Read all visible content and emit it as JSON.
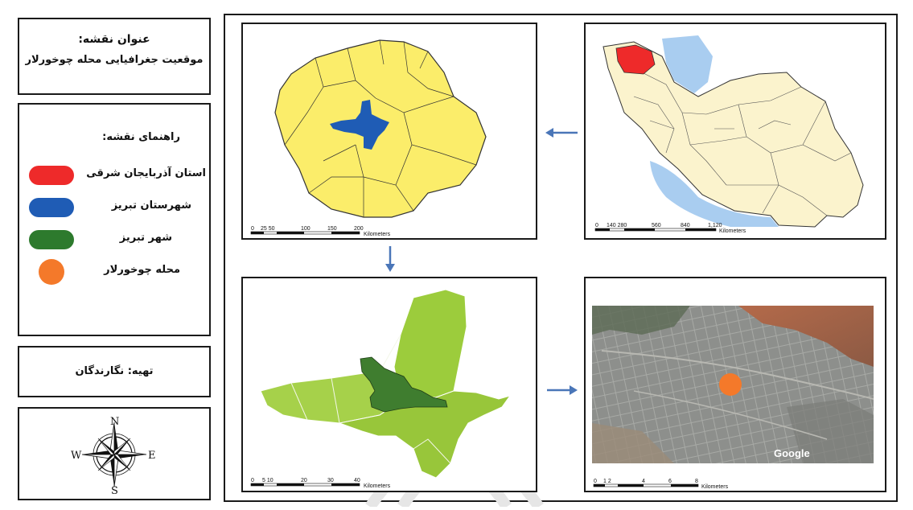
{
  "title_box": {
    "heading": "عنوان نقشه:",
    "subtitle": "موقعیت جغرافیایی محله چوخورلار"
  },
  "legend": {
    "heading": "راهنمای نقشه:",
    "items": [
      {
        "label": "استان آذربایجان شرقی",
        "color": "#ee2a2a"
      },
      {
        "label": "شهرستان تبریز",
        "color": "#1f5cb5"
      },
      {
        "label": "شهر تبریز",
        "color": "#2d7a2d"
      },
      {
        "label": "محله چوخورلار",
        "color": "#f4792a"
      }
    ]
  },
  "credit": {
    "text": "تهیه: نگارندگان"
  },
  "compass": {
    "north": "N",
    "south": "S",
    "east": "E",
    "west": "W"
  },
  "maps": {
    "iran": {
      "scale_labels": [
        "0",
        "140 280",
        "560",
        "840",
        "1,120"
      ],
      "scale_unit": "Kilometers",
      "province_color": "#ee2a2a",
      "land_color": "#fbf3cd",
      "water_color": "#a9cdf0"
    },
    "province": {
      "scale_labels": [
        "0",
        "25 50",
        "100",
        "150",
        "200"
      ],
      "scale_unit": "Kilometers",
      "land_color": "#fbed6a",
      "county_color": "#1f5cb5"
    },
    "county": {
      "scale_labels": [
        "0",
        "5 10",
        "20",
        "30",
        "40"
      ],
      "scale_unit": "Kilometers",
      "land_color": "#9ccc3c",
      "city_color": "#3f7d2f"
    },
    "city": {
      "scale_labels": [
        "0",
        "1 2",
        "4",
        "6",
        "8"
      ],
      "scale_unit": "Kilometers",
      "attribution": "Google",
      "marker_color": "#f4792a"
    }
  },
  "arrow_color": "#4a76b8"
}
